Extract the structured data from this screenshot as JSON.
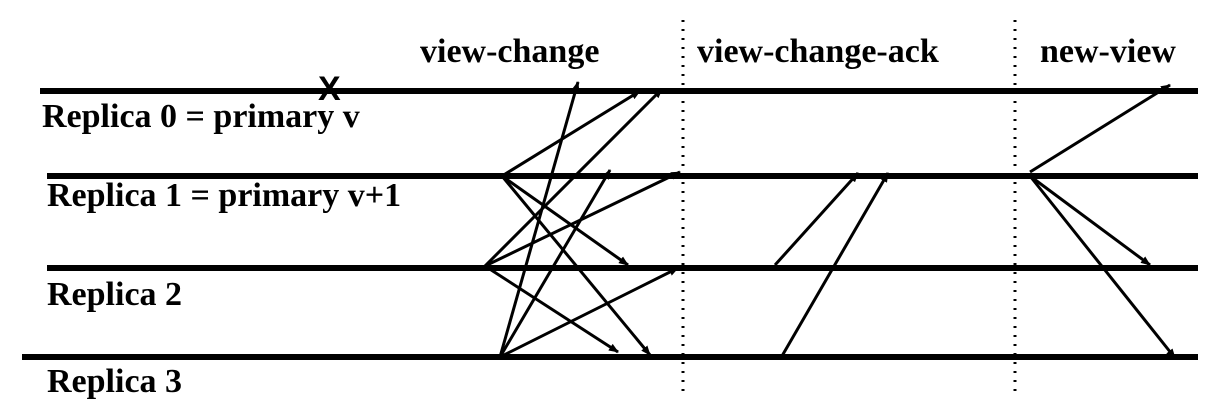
{
  "phases": [
    {
      "id": "view-change",
      "label": "view-change"
    },
    {
      "id": "view-change-ack",
      "label": "view-change-ack"
    },
    {
      "id": "new-view",
      "label": "new-view"
    }
  ],
  "replicas": [
    {
      "id": "replica-0",
      "label": "Replica 0 = primary v"
    },
    {
      "id": "replica-1",
      "label": "Replica 1 = primary v+1"
    },
    {
      "id": "replica-2",
      "label": "Replica 2"
    },
    {
      "id": "replica-3",
      "label": "Replica 3"
    }
  ],
  "crash_marker": {
    "label": "X",
    "replica": "replica-0"
  }
}
